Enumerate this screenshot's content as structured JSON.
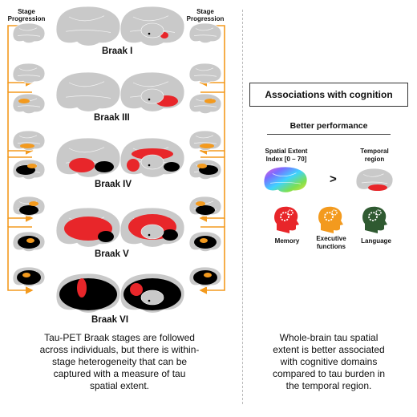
{
  "left": {
    "stage_progression": [
      "Stage",
      "Progression"
    ],
    "stages": [
      "Braak I",
      "Braak III",
      "Braak IV",
      "Braak V",
      "Braak VI"
    ],
    "caption_lines": [
      "Tau-PET Braak stages are followed",
      "across individuals, but there is within-",
      "stage heterogeneity that can be",
      "captured with a measure of tau",
      "spatial extent."
    ]
  },
  "right": {
    "title": "Associations with cognition",
    "subtitle": "Better performance",
    "spatial_extent": [
      "Spatial Extent",
      "Index [0 – 70]"
    ],
    "greater": ">",
    "temporal": [
      "Temporal",
      "region"
    ],
    "domains": [
      {
        "label": [
          "Memory"
        ],
        "color": "#e8262a"
      },
      {
        "label": [
          "Executive",
          "functions"
        ],
        "color": "#f39a1e"
      },
      {
        "label": [
          "Language"
        ],
        "color": "#2f5a31"
      }
    ],
    "caption_lines": [
      "Whole-brain tau spatial",
      "extent is better associated",
      "with cognitive domains",
      "compared to tau burden in",
      "the temporal region."
    ]
  },
  "colors": {
    "arrow": "#f39a1e",
    "brain_gray": "#c9c9c9",
    "tau_red": "#e8262a",
    "tau_orange": "#f39a1e",
    "tau_black": "#000000"
  }
}
